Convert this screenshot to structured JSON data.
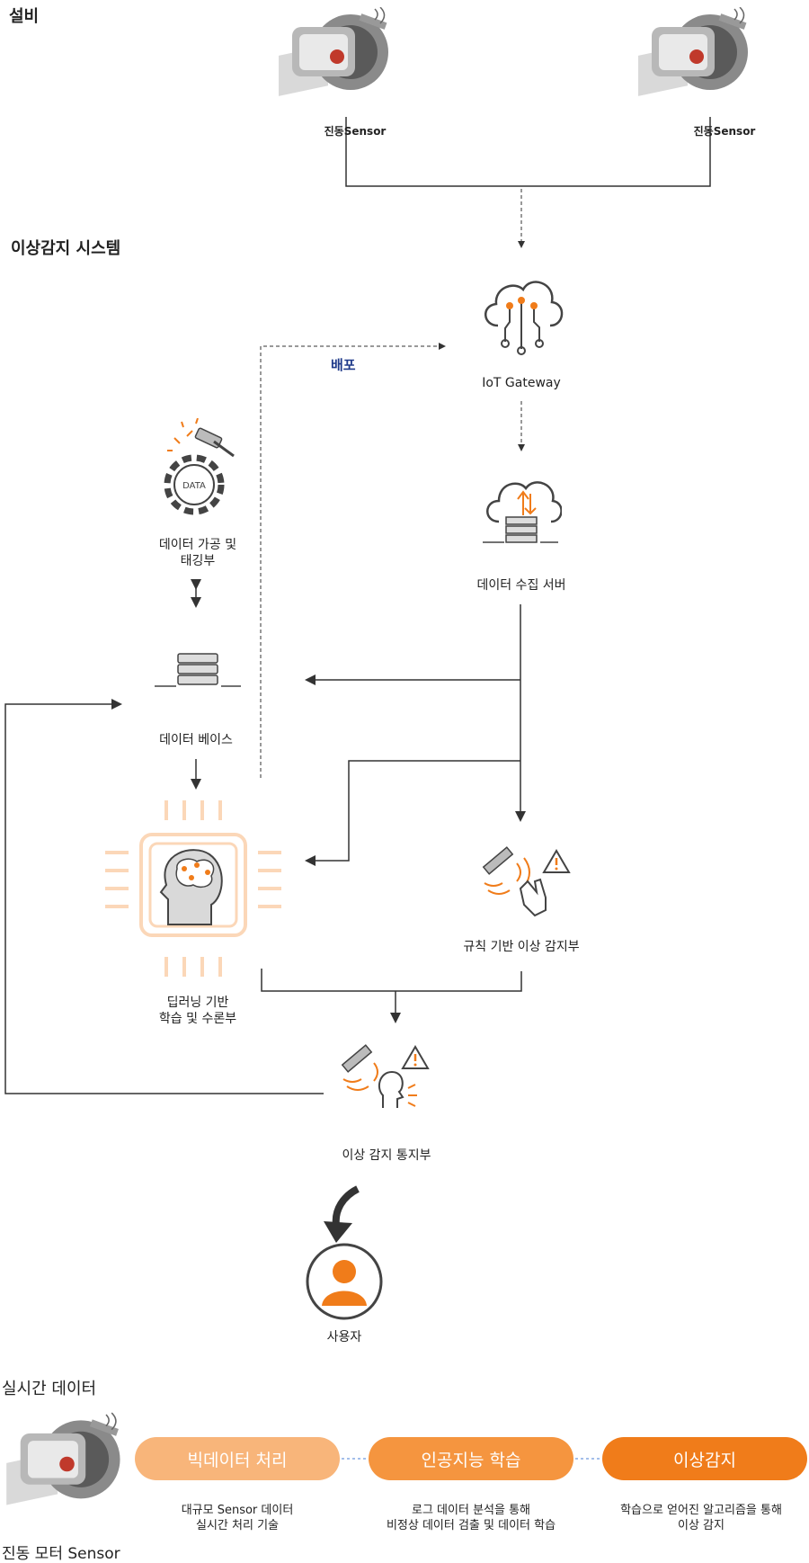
{
  "sections": {
    "equipment": "설비",
    "anomaly_system": "이상감지 시스템",
    "realtime": "실시간 데이터"
  },
  "equipment": {
    "sensor_left": "진동Sensor",
    "sensor_right": "진동Sensor"
  },
  "nodes": {
    "deploy": "배포",
    "iot_gateway": "IoT Gateway",
    "collect_server": "데이터 수집 서버",
    "processing_line1": "데이터 가공 및",
    "processing_line2": "태깅부",
    "icon_data_text": "DATA",
    "database": "데이터 베이스",
    "dl_line1": "딥러닝 기반",
    "dl_line2": "학습  및 수론부",
    "rule_based": "규칙 기반 이상 감지부",
    "notify": "이상 감지 통지부",
    "user": "사용자"
  },
  "realtime": {
    "motor_label": "진동 모터 Sensor",
    "steps": [
      {
        "label": "빅데이터 처리",
        "desc_line1": "대규모 Sensor 데이터",
        "desc_line2": "실시간 처리 기술"
      },
      {
        "label": "인공지능 학습",
        "desc_line1": "로그 데이터 분석을 통해",
        "desc_line2": "비정상 데이터 검출 및 데이터 학습"
      },
      {
        "label": "이상감지",
        "desc_line1": "학습으로 얻어진 알고리즘을 통해",
        "desc_line2": "이상 감지"
      }
    ]
  },
  "colors": {
    "orange_light": "#f8b57a",
    "orange_mid": "#f5953f",
    "orange_dark": "#f07c1a",
    "line": "#333333"
  }
}
